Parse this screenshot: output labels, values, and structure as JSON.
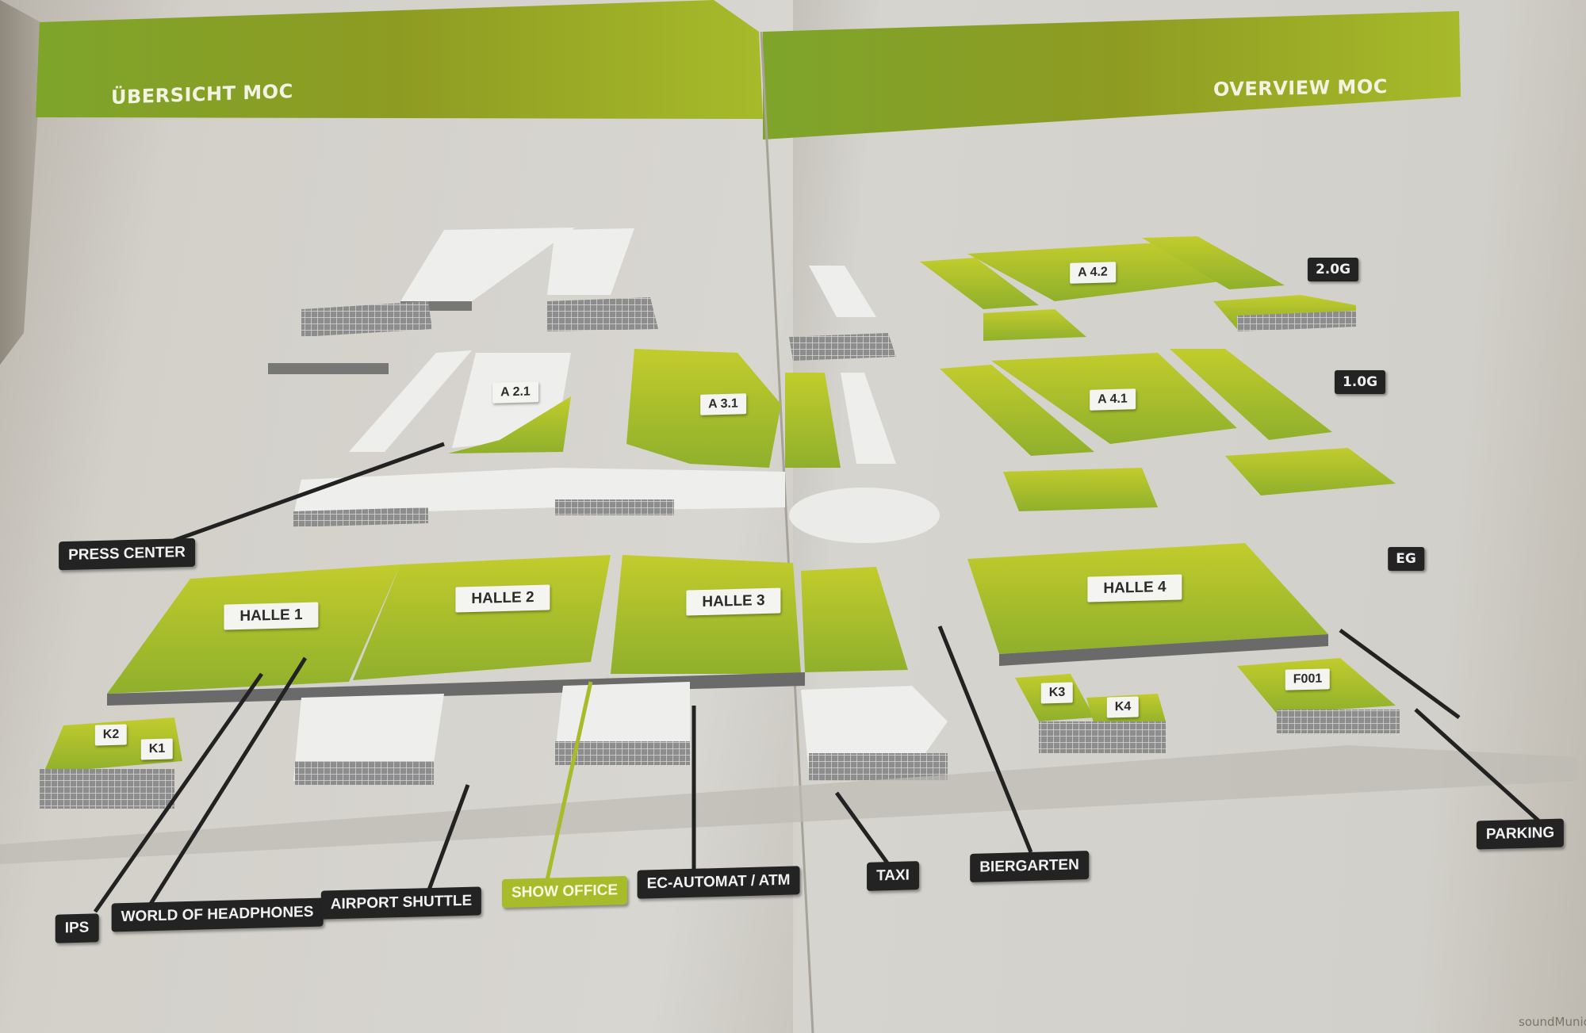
{
  "header": {
    "left_title": "ÜBERSICHT MOC",
    "right_title": "OVERVIEW MOC"
  },
  "floors": {
    "og2": "2.0G",
    "og1": "1.0G",
    "eg": "EG"
  },
  "halls": {
    "a42": "A 4.2",
    "a21": "A 2.1",
    "a31": "A 3.1",
    "a41": "A 4.1",
    "halle1": "HALLE 1",
    "halle2": "HALLE 2",
    "halle3": "HALLE 3",
    "halle4": "HALLE 4",
    "k1": "K1",
    "k2": "K2",
    "k3": "K3",
    "k4": "K4",
    "f001": "F001"
  },
  "pois": {
    "press_center": "PRESS CENTER",
    "ips": "IPS",
    "world_of_headphones": "WORLD OF HEADPHONES",
    "airport_shuttle": "AIRPORT SHUTTLE",
    "show_office": "SHOW OFFICE",
    "atm": "EC-AUTOMAT / ATM",
    "taxi": "TAXI",
    "biergarten": "BIERGARTEN",
    "parking": "PARKING"
  },
  "footer": "soundMunic",
  "colors": {
    "accent": "#9db52a",
    "tag": "#232323"
  }
}
